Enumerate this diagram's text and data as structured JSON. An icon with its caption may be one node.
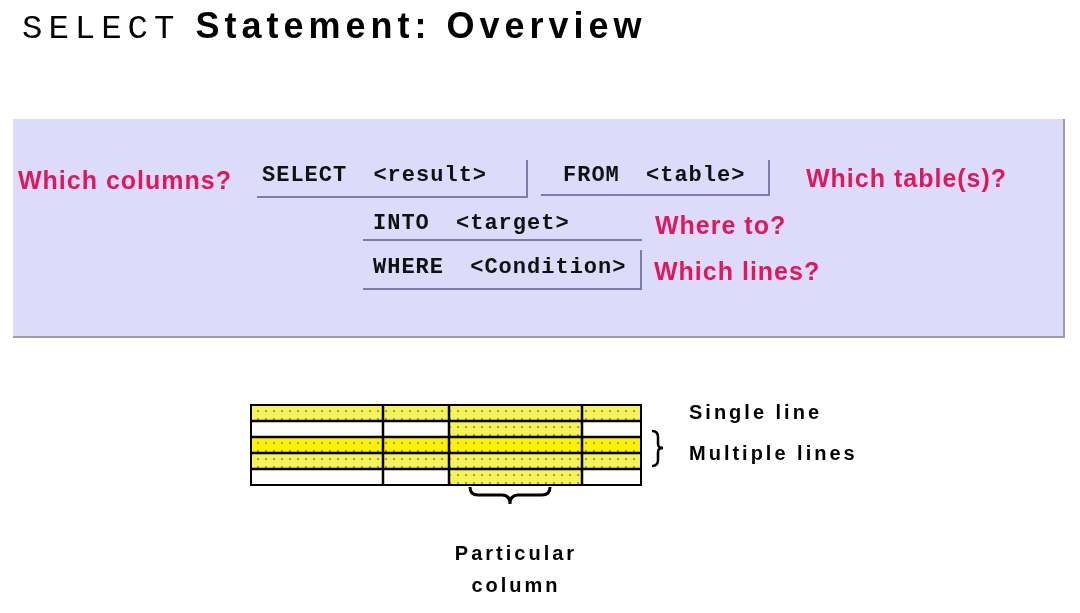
{
  "diagram": {
    "title": "SELECT Statement: Overview",
    "nodes": [
      {
        "text": [],
        "shape": "box"
      },
      {
        "text": [
          "SELECT <result>"
        ],
        "in": 0,
        "beside": [
          "Which columns?"
        ]
      },
      {
        "text": [
          "FROM <table>"
        ],
        "in": 0,
        "beside": [
          "Which table(s)?"
        ]
      },
      {
        "text": [
          "INTO <target>"
        ],
        "in": 0,
        "beside": [
          "Where to?"
        ]
      },
      {
        "text": [
          "WHERE <Condition>"
        ],
        "in": 0,
        "beside": [
          "Which lines?"
        ]
      }
    ],
    "labels": [
      "Single line",
      "Multiple lines",
      "Particular column"
    ]
  }
}
